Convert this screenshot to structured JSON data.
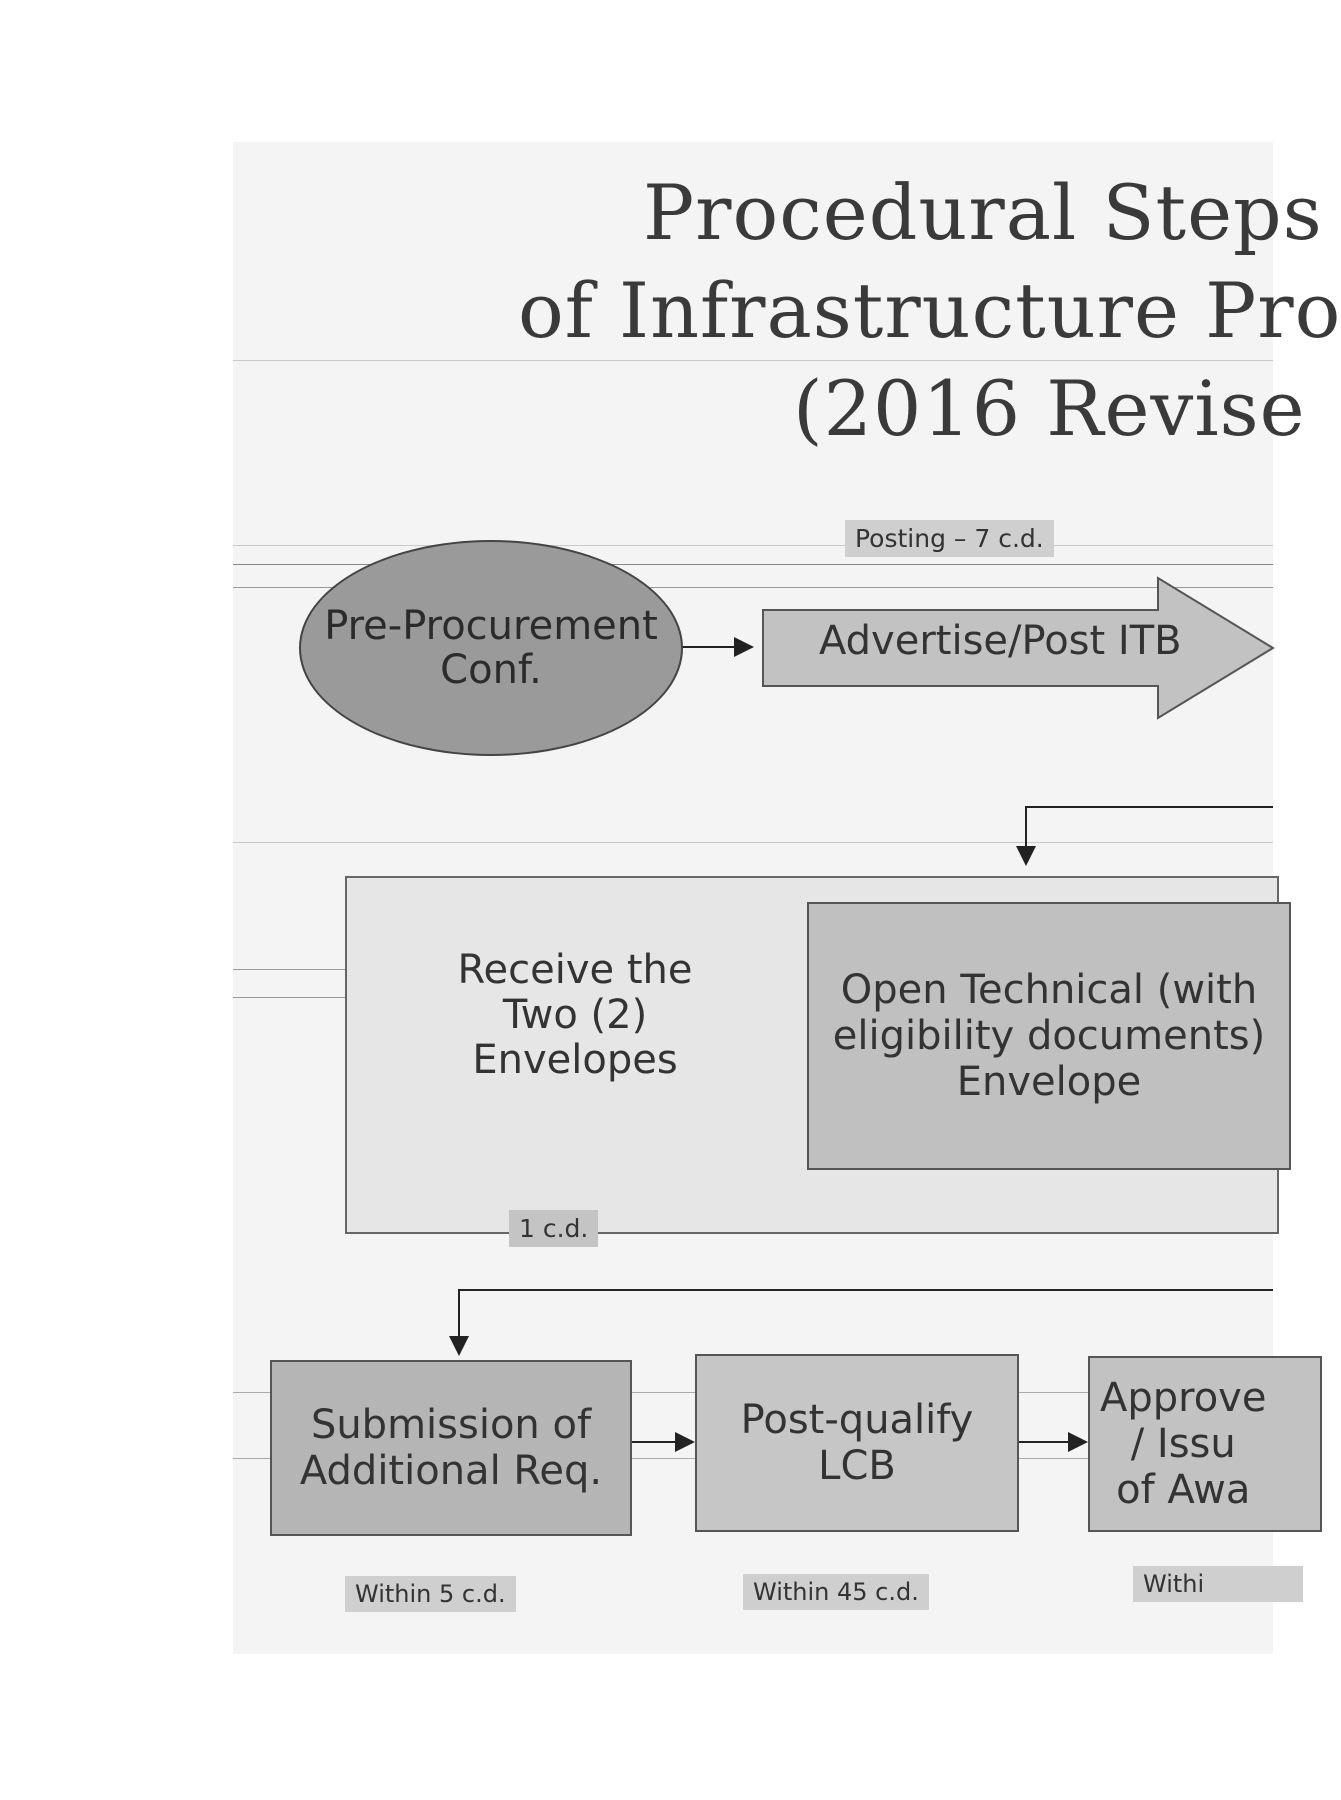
{
  "title": {
    "line1": "Procedural Steps",
    "line2": "of Infrastructure Pro",
    "line3": "(2016 Revise"
  },
  "labels": {
    "posting": "Posting – 7 c.d.",
    "one_cd": "1 c.d.",
    "within5": "Within 5  c.d.",
    "within45": "Within 45 c.d.",
    "within_partial": "Withi"
  },
  "nodes": {
    "pre_procurement": [
      "Pre-Procurement",
      "Conf."
    ],
    "advertise": "Advertise/Post ITB",
    "receive": [
      "Receive the",
      "Two (2)",
      "Envelopes"
    ],
    "open_technical": [
      "Open Technical (with",
      "eligibility documents)",
      "Envelope"
    ],
    "submission": [
      "Submission of",
      "Additional Req."
    ],
    "post_qualify": [
      "Post-qualify",
      "LCB"
    ],
    "approve": [
      "Approve",
      "/ Issu",
      "of Awa"
    ]
  }
}
